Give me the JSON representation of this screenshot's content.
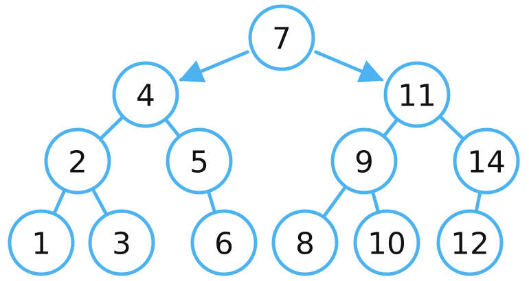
{
  "diagram": {
    "kind": "binary-search-tree",
    "colors": {
      "stroke": "#4db3f0",
      "node_fill": "#ffffff",
      "text": "#111111"
    },
    "nodes": [
      {
        "id": "n7",
        "label": "7"
      },
      {
        "id": "n4",
        "label": "4"
      },
      {
        "id": "n11",
        "label": "11"
      },
      {
        "id": "n2",
        "label": "2"
      },
      {
        "id": "n5",
        "label": "5"
      },
      {
        "id": "n9",
        "label": "9"
      },
      {
        "id": "n14",
        "label": "14"
      },
      {
        "id": "n1",
        "label": "1"
      },
      {
        "id": "n3",
        "label": "3"
      },
      {
        "id": "n6",
        "label": "6"
      },
      {
        "id": "n8",
        "label": "8"
      },
      {
        "id": "n10",
        "label": "10"
      },
      {
        "id": "n12",
        "label": "12"
      }
    ],
    "edges": [
      {
        "from": "n7",
        "to": "n4",
        "arrow": true
      },
      {
        "from": "n7",
        "to": "n11",
        "arrow": true
      },
      {
        "from": "n4",
        "to": "n2",
        "arrow": false
      },
      {
        "from": "n4",
        "to": "n5",
        "arrow": false
      },
      {
        "from": "n11",
        "to": "n9",
        "arrow": false
      },
      {
        "from": "n11",
        "to": "n14",
        "arrow": false
      },
      {
        "from": "n2",
        "to": "n1",
        "arrow": false
      },
      {
        "from": "n2",
        "to": "n3",
        "arrow": false
      },
      {
        "from": "n5",
        "to": "n6",
        "arrow": false
      },
      {
        "from": "n9",
        "to": "n8",
        "arrow": false
      },
      {
        "from": "n9",
        "to": "n10",
        "arrow": false
      },
      {
        "from": "n14",
        "to": "n12",
        "arrow": false
      }
    ]
  }
}
